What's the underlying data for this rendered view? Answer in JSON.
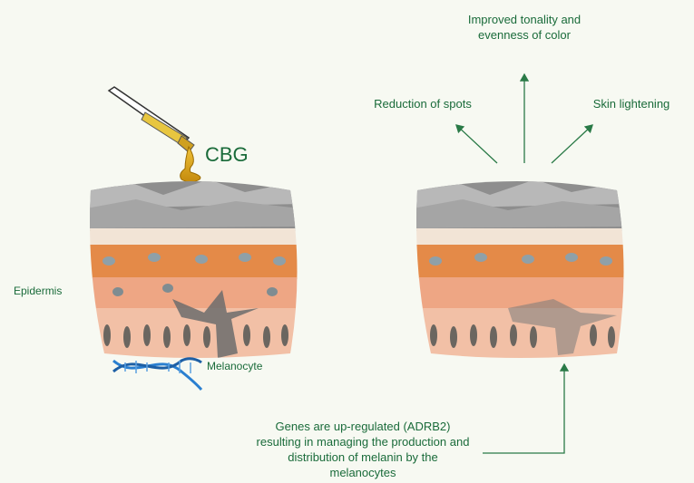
{
  "labels": {
    "cbg": "CBG",
    "epidermis": "Epidermis",
    "melanocyte": "Melanocyte",
    "improved": "Improved tonality and evenness of color",
    "reduction": "Reduction of spots",
    "lightening": "Skin lightening",
    "genes": "Genes are up-regulated (ADRB2) resulting in managing the production and distribution of melanin by the melanocytes"
  },
  "colors": {
    "text": "#1a6b3a",
    "arrow": "#2a7a47",
    "oil": "#d9a816",
    "skin_top": "#8b8b8b",
    "skin_orange": "#e3894a",
    "skin_lower": "#f0b89a"
  }
}
